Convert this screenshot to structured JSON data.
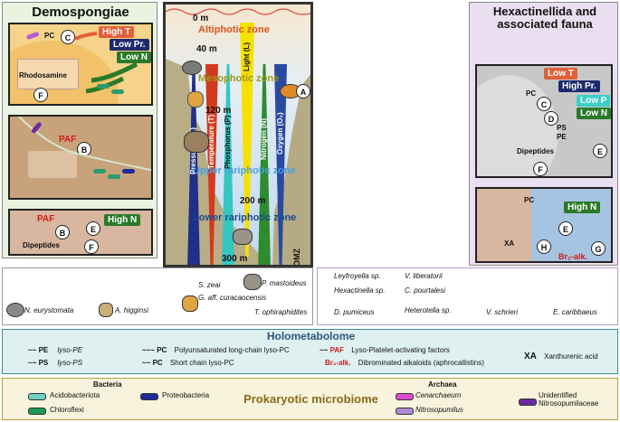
{
  "left_panel": {
    "title": "Demospongiae",
    "box1": {
      "high_t": "High T",
      "low_pr": "Low Pr.",
      "low_n": "Low N",
      "rhodosamine": "Rhodosamine",
      "pc": "PC",
      "c": "C",
      "f": "F"
    },
    "box2": {
      "paf": "PAF",
      "b": "B"
    },
    "box3": {
      "high_n": "High N",
      "paf": "PAF",
      "b": "B",
      "e": "E",
      "f": "F",
      "dipeptides": "Dipeptides"
    }
  },
  "right_panel": {
    "title": "Hexactinellida and associated fauna",
    "a": "A",
    "box1": {
      "low_t": "Low T",
      "high_pr": "High Pr.",
      "low_p": "Low P",
      "low_n": "Low N",
      "pc": "PC",
      "ps": "PS",
      "pe": "PE",
      "c": "C",
      "d": "D",
      "e": "E",
      "f": "F",
      "dipeptides": "Dipeptides"
    },
    "box2": {
      "high_n": "High N",
      "pc": "PC",
      "e": "E",
      "h": "H",
      "g": "G",
      "xa": "XA",
      "br2": "Br₂-alk."
    }
  },
  "center": {
    "depths": [
      "0 m",
      "40 m",
      "120 m",
      "200 m",
      "300 m"
    ],
    "zones": [
      "Altiphotic zone",
      "Mesophotic zone",
      "Upper rariphotic zone",
      "Lower rariphotic zone"
    ],
    "gradients": [
      "Pressure (Pr.)",
      "Temperature (T)",
      "Phosphorus (P)",
      "Light (L)",
      "Nitrogen (N)",
      "Oxygen (O₂)"
    ],
    "omz": "OMZ"
  },
  "species_left": [
    "N. eurystomata",
    "A. higginsi",
    "G. aff. curacaocensis",
    "S. zeai",
    "P. mastoideus",
    "T. ophiraphidites"
  ],
  "species_right": [
    "Leyfroyella sp.",
    "V. liberatorii",
    "Hexactinella sp.",
    "C. pourtalesi",
    "D. pumiceus",
    "Heterotella sp.",
    "V. schrieri",
    "E. caribbaeus"
  ],
  "holometabolome": {
    "title": "Holometabolome",
    "items": [
      {
        "abbr": "PE",
        "desc": "lyso-PE"
      },
      {
        "abbr": "PS",
        "desc": "lyso-PS"
      },
      {
        "abbr": "PC",
        "desc": "Polyunsaturated long-chain lyso-PC"
      },
      {
        "abbr": "PC",
        "desc": "Short chain lyso-PC"
      },
      {
        "abbr": "PAF",
        "desc": "Lyso-Platelet-activating factors"
      },
      {
        "abbr": "Br₂-alk.",
        "desc": "Dibrominated alkaloids (aphrocallistins)"
      },
      {
        "abbr": "XA",
        "desc": "Xanthurenic acid"
      }
    ]
  },
  "microbiome": {
    "title": "Prokaryotic microbiome",
    "bacteria_label": "Bacteria",
    "archaea_label": "Archaea",
    "bacteria": [
      "Acidobacteriota",
      "Chloroflexi",
      "Proteobacteria"
    ],
    "archaea": [
      "Cenarchaeum",
      "Nitrosopumilus",
      "Unidentified Nitrosopumilaceae"
    ]
  },
  "colors": {
    "pressure": "#1f2f8a",
    "temperature": "#d23a1e",
    "phosphorus": "#35c6c2",
    "light": "#f5e000",
    "nitrogen": "#2e8b2e",
    "oxygen": "#2a4aa0",
    "left_panel_bg": "#e9f3df",
    "right_panel_bg": "#eadff0",
    "holo_bg": "#dff0f1",
    "micro_bg": "#f8f3dd"
  }
}
